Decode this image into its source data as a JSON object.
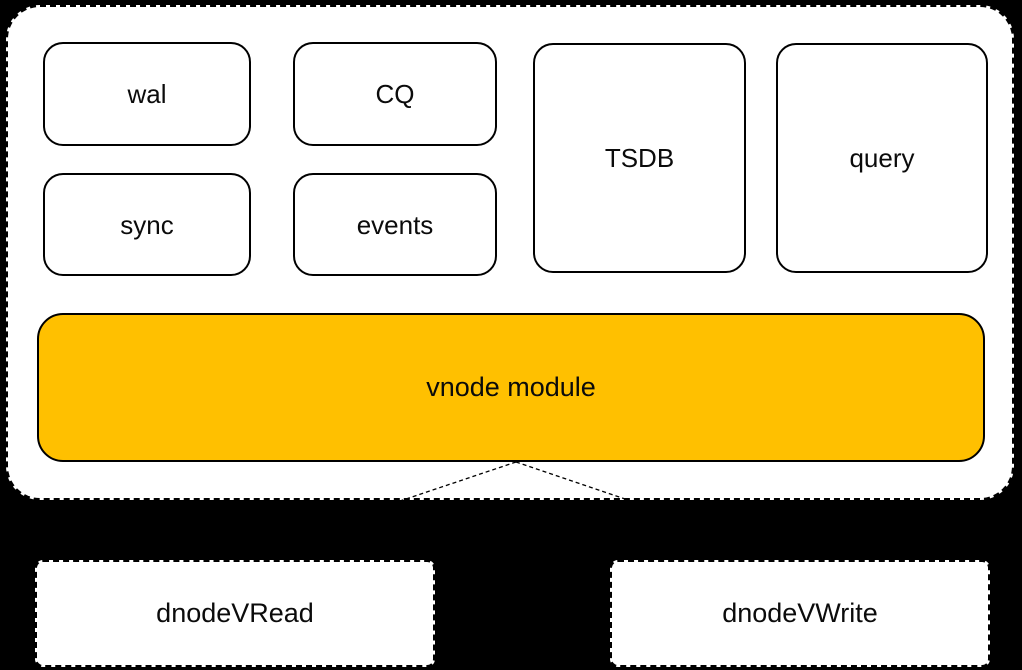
{
  "diagram": {
    "colors": {
      "background": "#000000",
      "surface": "#FFFFFF",
      "border": "#000000",
      "accent": "#FFC000"
    },
    "modules": [
      {
        "label": "wal"
      },
      {
        "label": "CQ"
      },
      {
        "label": "sync"
      },
      {
        "label": "events"
      },
      {
        "label": "TSDB"
      },
      {
        "label": "query"
      }
    ],
    "vnode_module": {
      "label": "vnode module",
      "fill": "#FFC000"
    },
    "dnode_targets": [
      {
        "label": "dnodeVRead"
      },
      {
        "label": "dnodeVWrite"
      }
    ]
  }
}
